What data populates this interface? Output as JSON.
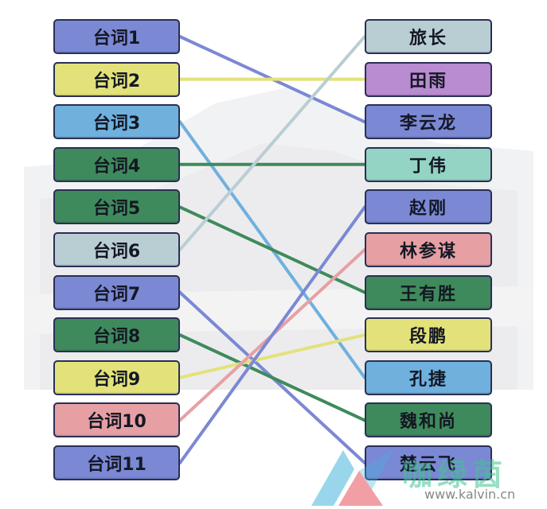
{
  "game": {
    "left_items": [
      {
        "label": "台词1",
        "color": "#7b88d4"
      },
      {
        "label": "台词2",
        "color": "#e3e27a"
      },
      {
        "label": "台词3",
        "color": "#6fb0dd"
      },
      {
        "label": "台词4",
        "color": "#3f8a5c"
      },
      {
        "label": "台词5",
        "color": "#3f8a5c"
      },
      {
        "label": "台词6",
        "color": "#b9ced3"
      },
      {
        "label": "台词7",
        "color": "#7b88d4"
      },
      {
        "label": "台词8",
        "color": "#3f8a5c"
      },
      {
        "label": "台词9",
        "color": "#e3e27a"
      },
      {
        "label": "台词10",
        "color": "#e6a0a4"
      },
      {
        "label": "台词11",
        "color": "#7b88d4"
      }
    ],
    "right_items": [
      {
        "label": "旅长",
        "color": "#b9ced3"
      },
      {
        "label": "田雨",
        "color": "#b98bd1"
      },
      {
        "label": "李云龙",
        "color": "#7b88d4"
      },
      {
        "label": "丁伟",
        "color": "#93d4c4"
      },
      {
        "label": "赵刚",
        "color": "#7b88d4"
      },
      {
        "label": "林参谋",
        "color": "#e6a0a4"
      },
      {
        "label": "王有胜",
        "color": "#3f8a5c"
      },
      {
        "label": "段鹏",
        "color": "#e3e27a"
      },
      {
        "label": "孔捷",
        "color": "#6fb0dd"
      },
      {
        "label": "魏和尚",
        "color": "#3f8a5c"
      },
      {
        "label": "楚云飞",
        "color": "#7b88d4"
      }
    ],
    "connections": [
      {
        "from": 0,
        "to": 2,
        "color": "#7b88d4"
      },
      {
        "from": 1,
        "to": 1,
        "color": "#e3e27a"
      },
      {
        "from": 2,
        "to": 8,
        "color": "#6fb0dd"
      },
      {
        "from": 3,
        "to": 3,
        "color": "#3f8a5c"
      },
      {
        "from": 4,
        "to": 6,
        "color": "#3f8a5c"
      },
      {
        "from": 5,
        "to": 0,
        "color": "#b9ced3"
      },
      {
        "from": 6,
        "to": 10,
        "color": "#7b88d4"
      },
      {
        "from": 7,
        "to": 9,
        "color": "#3f8a5c"
      },
      {
        "from": 8,
        "to": 7,
        "color": "#e3e27a"
      },
      {
        "from": 9,
        "to": 5,
        "color": "#e6a0a4"
      },
      {
        "from": 10,
        "to": 4,
        "color": "#7b88d4"
      }
    ]
  },
  "watermark": {
    "text": "咖绿茵",
    "url": "www.kalvin.cn",
    "color": "#40c48c"
  }
}
